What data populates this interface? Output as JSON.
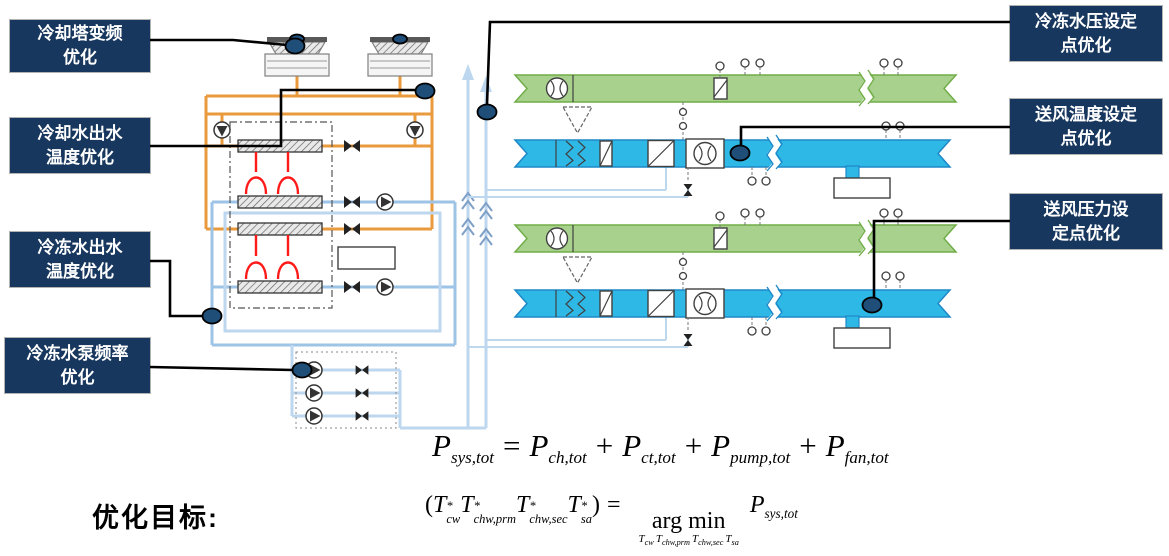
{
  "callouts": [
    {
      "id": "cooling-tower-vfd",
      "line1": "冷却塔变频",
      "line2": "优化"
    },
    {
      "id": "cw-outlet-temp",
      "line1": "冷却水出水",
      "line2": "温度优化"
    },
    {
      "id": "chw-outlet-temp",
      "line1": "冷冻水出水",
      "line2": "温度优化"
    },
    {
      "id": "chw-pump-freq",
      "line1": "冷冻水泵频率",
      "line2": "优化"
    },
    {
      "id": "chw-pressure-setpoint",
      "line1": "冷冻水压设定",
      "line2": "点优化"
    },
    {
      "id": "sa-temp-setpoint",
      "line1": "送风温度设定",
      "line2": "点优化"
    },
    {
      "id": "sa-pressure-setpoint",
      "line1": "送风压力设",
      "line2": "定点优化"
    }
  ],
  "objective_label": "优化目标:",
  "equations": {
    "power": {
      "lhs": {
        "base": "P",
        "sub": "sys,tot"
      },
      "eq": "=",
      "plus": "+",
      "terms": [
        {
          "base": "P",
          "sub": "ch,tot"
        },
        {
          "base": "P",
          "sub": "ct,tot"
        },
        {
          "base": "P",
          "sub": "pump,tot"
        },
        {
          "base": "P",
          "sub": "fan,tot"
        }
      ]
    },
    "argmin": {
      "open": "(",
      "vars": [
        {
          "base": "T",
          "sup": "*",
          "sub": "cw"
        },
        {
          "base": "T",
          "sup": "*",
          "sub": "chw,prm"
        },
        {
          "base": "T",
          "sup": "*",
          "sub": "chw,sec"
        },
        {
          "base": "T",
          "sup": "*",
          "sub": "sa"
        }
      ],
      "close": ")",
      "eq": "=",
      "op": "arg min",
      "under": [
        {
          "base": "T",
          "sub": "cw"
        },
        {
          "base": "T",
          "sub": "chw,prm"
        },
        {
          "base": "T",
          "sub": "chw,sec"
        },
        {
          "base": "T",
          "sub": "sa"
        }
      ],
      "rhs": {
        "base": "P",
        "sub": "sys,tot"
      }
    }
  },
  "colors": {
    "callout_bg": "#17375E",
    "callout_text": "#FFFFFF",
    "marker_fill": "#1F4E79",
    "condenser_pipe": "#E89A3C",
    "chilled_pipe": "#9DC3E6",
    "chilled_pipe_light": "#BDD7EE",
    "return_duct_green": "#A9D18E",
    "supply_duct_cyan": "#2EB8E6",
    "compressor_red": "#FF1A1A"
  }
}
